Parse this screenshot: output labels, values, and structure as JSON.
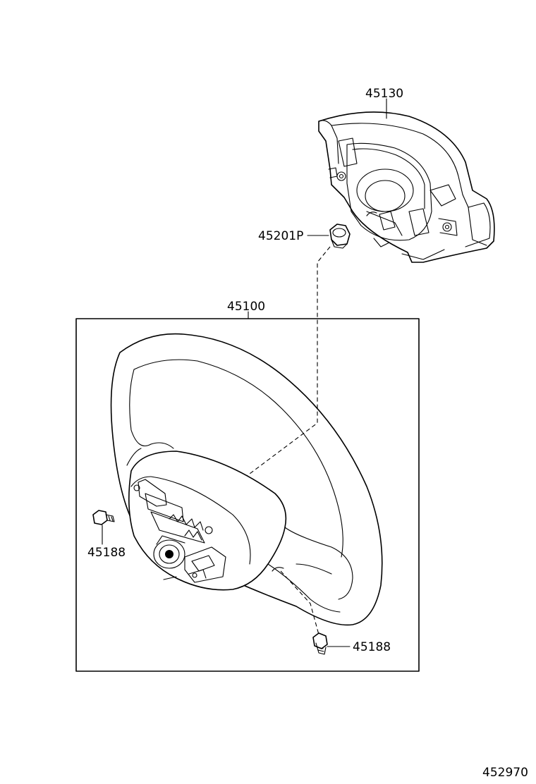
{
  "parts": {
    "airbag_pad": "45130",
    "nut": "45201P",
    "wheel_assembly": "45100",
    "screw_left": "45188",
    "screw_right": "45188"
  },
  "figure_number": "452970"
}
